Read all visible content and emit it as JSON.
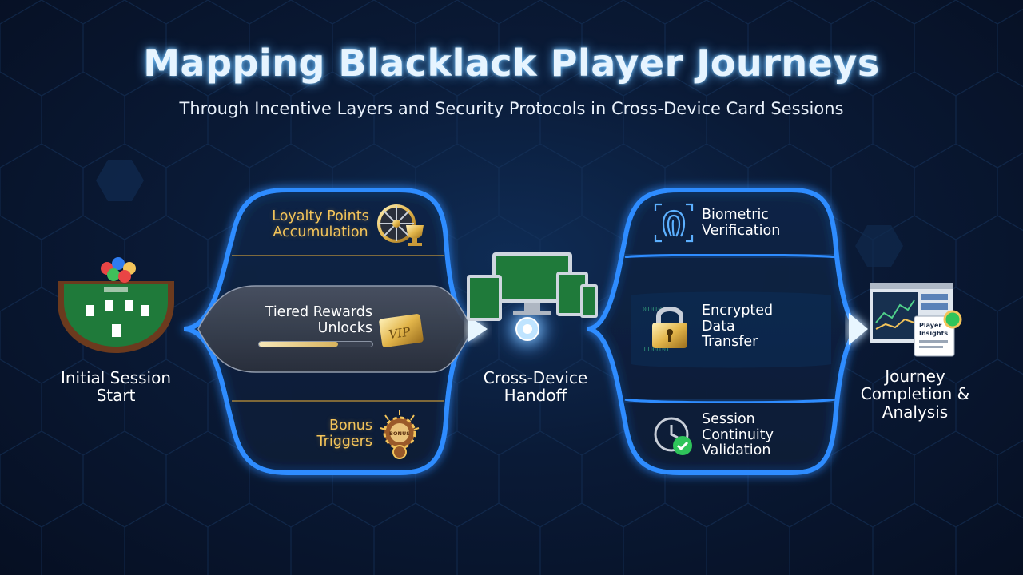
{
  "title": "Mapping Blacklack Player Journeys",
  "subtitle": "Through Incentive Layers and Security Protocols in Cross-Device Card Sessions",
  "stages": {
    "start": "Initial Session Start",
    "handoff": "Cross-Device Handoff",
    "end": "Journey Completion & Analysis"
  },
  "incentives": {
    "loyalty": "Loyalty Points Accumulation",
    "tiered": "Tiered Rewards Unlocks",
    "tiered_progress": 0.7,
    "vip_badge": "VIP",
    "bonus": "Bonus Triggers",
    "bonus_chip_text": "BONUS"
  },
  "security": {
    "biometric": "Biometric Verification",
    "encrypted": "Encrypted Data Transfer",
    "continuity": "Session Continuity Validation"
  },
  "insights_label": "Player Insights",
  "icons": {
    "table": "blackjack-table-icon",
    "wheel_trophy": "wheel-trophy-icon",
    "vip_card": "vip-card-icon",
    "bonus_chip": "bonus-chip-icon",
    "devices": "devices-icon",
    "fingerprint": "fingerprint-icon",
    "lock": "padlock-icon",
    "clock_check": "clock-check-icon",
    "dashboard": "dashboard-icon"
  },
  "colors": {
    "flow_glow": "#2f8cff",
    "gold": "#f3c45a",
    "background": "#0a1a36"
  }
}
